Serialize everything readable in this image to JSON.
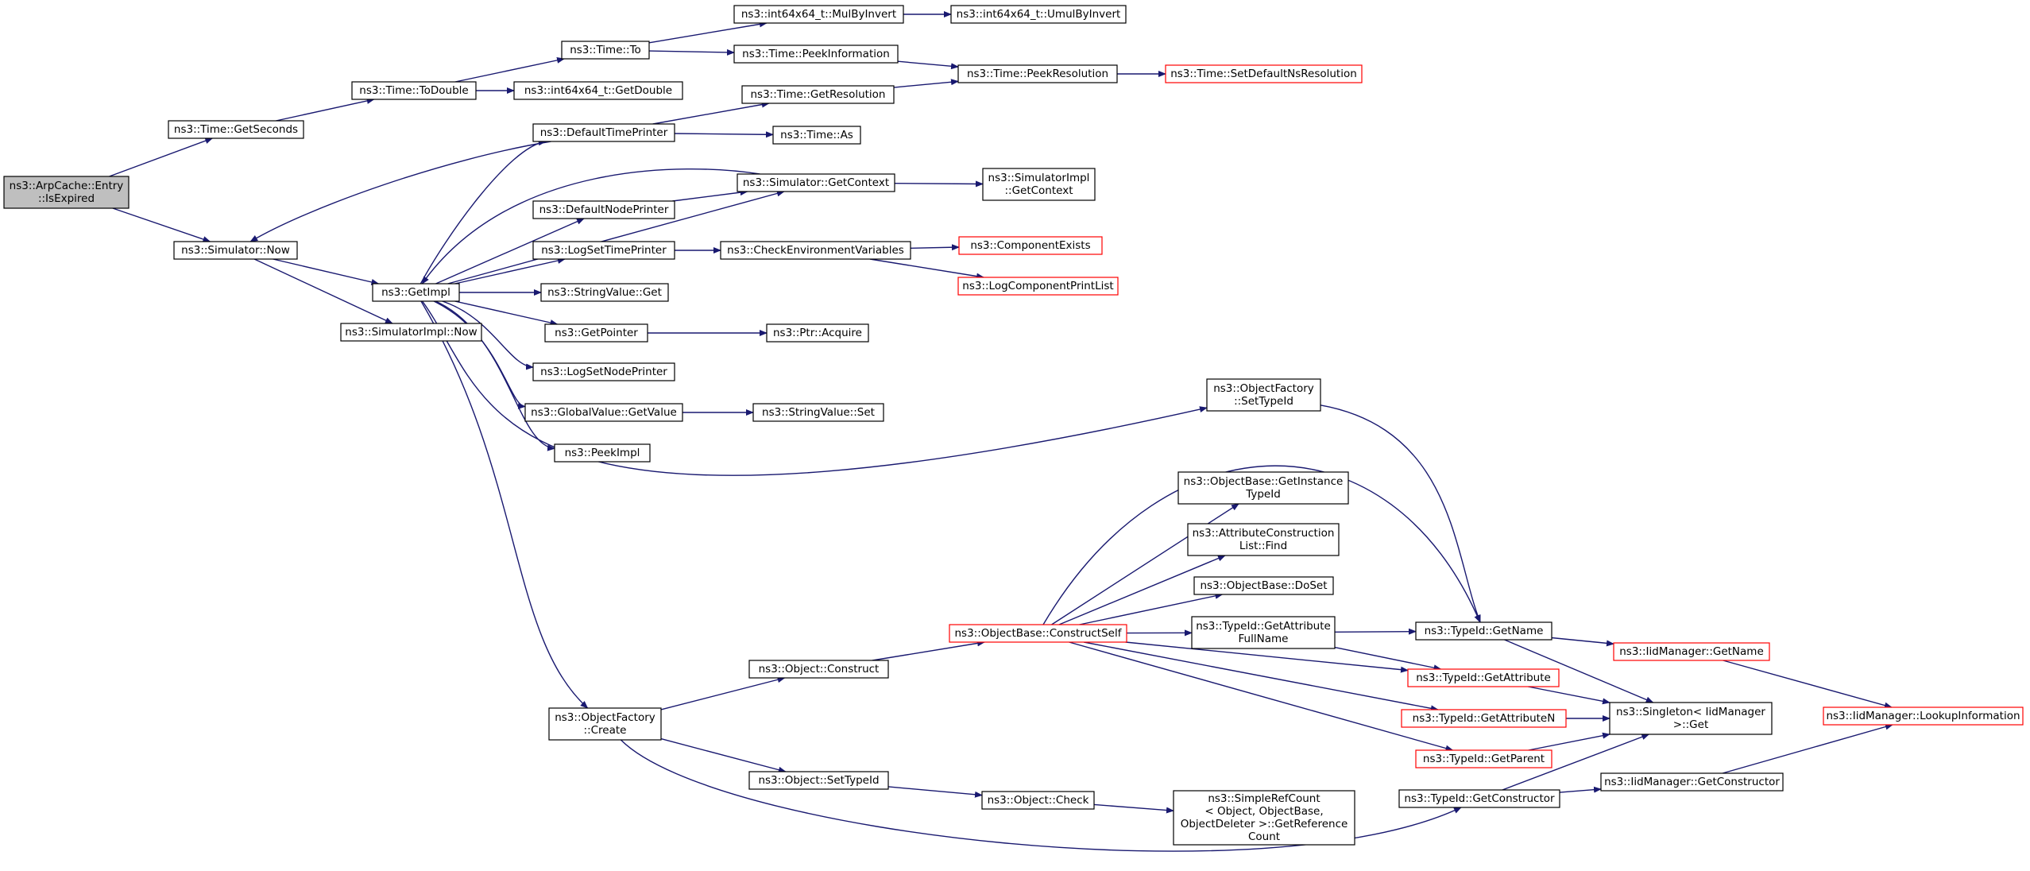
{
  "nodes": [
    {
      "id": "root",
      "lines": [
        "ns3::ArpCache::Entry",
        "::IsExpired"
      ],
      "kind": "root"
    },
    {
      "id": "getseconds",
      "lines": [
        "ns3::Time::GetSeconds"
      ],
      "kind": "normal"
    },
    {
      "id": "simnow",
      "lines": [
        "ns3::Simulator::Now"
      ],
      "kind": "normal"
    },
    {
      "id": "todouble",
      "lines": [
        "ns3::Time::ToDouble"
      ],
      "kind": "normal"
    },
    {
      "id": "timeto",
      "lines": [
        "ns3::Time::To"
      ],
      "kind": "normal"
    },
    {
      "id": "getdouble",
      "lines": [
        "ns3::int64x64_t::GetDouble"
      ],
      "kind": "normal"
    },
    {
      "id": "mulbyinvert",
      "lines": [
        "ns3::int64x64_t::MulByInvert"
      ],
      "kind": "normal"
    },
    {
      "id": "umulbyinvert",
      "lines": [
        "ns3::int64x64_t::UmulByInvert"
      ],
      "kind": "normal"
    },
    {
      "id": "peekinfo",
      "lines": [
        "ns3::Time::PeekInformation"
      ],
      "kind": "normal"
    },
    {
      "id": "peekres",
      "lines": [
        "ns3::Time::PeekResolution"
      ],
      "kind": "normal"
    },
    {
      "id": "setdefns",
      "lines": [
        "ns3::Time::SetDefaultNsResolution"
      ],
      "kind": "red"
    },
    {
      "id": "getres",
      "lines": [
        "ns3::Time::GetResolution"
      ],
      "kind": "normal"
    },
    {
      "id": "deftimeprinter",
      "lines": [
        "ns3::DefaultTimePrinter"
      ],
      "kind": "normal"
    },
    {
      "id": "timeas",
      "lines": [
        "ns3::Time::As"
      ],
      "kind": "normal"
    },
    {
      "id": "simgetctx",
      "lines": [
        "ns3::Simulator::GetContext"
      ],
      "kind": "normal"
    },
    {
      "id": "simimplgetctx",
      "lines": [
        "ns3::SimulatorImpl",
        "::GetContext"
      ],
      "kind": "normal"
    },
    {
      "id": "defnodeprinter",
      "lines": [
        "ns3::DefaultNodePrinter"
      ],
      "kind": "normal"
    },
    {
      "id": "getimpl",
      "lines": [
        "ns3::GetImpl"
      ],
      "kind": "normal"
    },
    {
      "id": "simimplnow",
      "lines": [
        "ns3::SimulatorImpl::Now"
      ],
      "kind": "normal"
    },
    {
      "id": "logsettime",
      "lines": [
        "ns3::LogSetTimePrinter"
      ],
      "kind": "normal"
    },
    {
      "id": "checkenv",
      "lines": [
        "ns3::CheckEnvironmentVariables"
      ],
      "kind": "normal"
    },
    {
      "id": "compexists",
      "lines": [
        "ns3::ComponentExists"
      ],
      "kind": "red"
    },
    {
      "id": "logcompprint",
      "lines": [
        "ns3::LogComponentPrintList"
      ],
      "kind": "red"
    },
    {
      "id": "strvalget",
      "lines": [
        "ns3::StringValue::Get"
      ],
      "kind": "normal"
    },
    {
      "id": "getpointer",
      "lines": [
        "ns3::GetPointer"
      ],
      "kind": "normal"
    },
    {
      "id": "ptracquire",
      "lines": [
        "ns3::Ptr::Acquire"
      ],
      "kind": "normal"
    },
    {
      "id": "logsetnode",
      "lines": [
        "ns3::LogSetNodePrinter"
      ],
      "kind": "normal"
    },
    {
      "id": "globalgetvalue",
      "lines": [
        "ns3::GlobalValue::GetValue"
      ],
      "kind": "normal"
    },
    {
      "id": "strvalset",
      "lines": [
        "ns3::StringValue::Set"
      ],
      "kind": "normal"
    },
    {
      "id": "peekimpl",
      "lines": [
        "ns3::PeekImpl"
      ],
      "kind": "normal"
    },
    {
      "id": "ofsettypeid",
      "lines": [
        "ns3::ObjectFactory",
        "::SetTypeId"
      ],
      "kind": "normal"
    },
    {
      "id": "obgetinstance",
      "lines": [
        "ns3::ObjectBase::GetInstance",
        "TypeId"
      ],
      "kind": "normal"
    },
    {
      "id": "attrconstrfind",
      "lines": [
        "ns3::AttributeConstruction",
        "List::Find"
      ],
      "kind": "normal"
    },
    {
      "id": "obdoset",
      "lines": [
        "ns3::ObjectBase::DoSet"
      ],
      "kind": "normal"
    },
    {
      "id": "obconstructself",
      "lines": [
        "ns3::ObjectBase::ConstructSelf"
      ],
      "kind": "red"
    },
    {
      "id": "tidgetattrfull",
      "lines": [
        "ns3::TypeId::GetAttribute",
        "FullName"
      ],
      "kind": "normal"
    },
    {
      "id": "tidgetname",
      "lines": [
        "ns3::TypeId::GetName"
      ],
      "kind": "normal"
    },
    {
      "id": "iidgetname",
      "lines": [
        "ns3::IidManager::GetName"
      ],
      "kind": "red"
    },
    {
      "id": "iidlookup",
      "lines": [
        "ns3::IidManager::LookupInformation"
      ],
      "kind": "red"
    },
    {
      "id": "tidgetattr",
      "lines": [
        "ns3::TypeId::GetAttribute"
      ],
      "kind": "red"
    },
    {
      "id": "singletonget",
      "lines": [
        "ns3::Singleton< IidManager",
        ">::Get"
      ],
      "kind": "normal"
    },
    {
      "id": "tidgetattrn",
      "lines": [
        "ns3::TypeId::GetAttributeN"
      ],
      "kind": "red"
    },
    {
      "id": "tidgetparent",
      "lines": [
        "ns3::TypeId::GetParent"
      ],
      "kind": "red"
    },
    {
      "id": "objconstruct",
      "lines": [
        "ns3::Object::Construct"
      ],
      "kind": "normal"
    },
    {
      "id": "ofcreate",
      "lines": [
        "ns3::ObjectFactory",
        "::Create"
      ],
      "kind": "normal"
    },
    {
      "id": "objsettypeid",
      "lines": [
        "ns3::Object::SetTypeId"
      ],
      "kind": "normal"
    },
    {
      "id": "objcheck",
      "lines": [
        "ns3::Object::Check"
      ],
      "kind": "normal"
    },
    {
      "id": "simplerefcount",
      "lines": [
        "ns3::SimpleRefCount",
        "< Object, ObjectBase,",
        " ObjectDeleter >::GetReference",
        "Count"
      ],
      "kind": "normal"
    },
    {
      "id": "tidgetconstructor",
      "lines": [
        "ns3::TypeId::GetConstructor"
      ],
      "kind": "normal"
    },
    {
      "id": "iidgetconstructor",
      "lines": [
        "ns3::IidManager::GetConstructor"
      ],
      "kind": "normal"
    }
  ],
  "edges": [
    [
      "root",
      "getseconds"
    ],
    [
      "root",
      "simnow"
    ],
    [
      "getseconds",
      "todouble"
    ],
    [
      "todouble",
      "timeto"
    ],
    [
      "todouble",
      "getdouble"
    ],
    [
      "timeto",
      "mulbyinvert"
    ],
    [
      "timeto",
      "peekinfo"
    ],
    [
      "mulbyinvert",
      "umulbyinvert"
    ],
    [
      "peekinfo",
      "peekres"
    ],
    [
      "peekres",
      "setdefns"
    ],
    [
      "getres",
      "peekres"
    ],
    [
      "deftimeprinter",
      "getres"
    ],
    [
      "deftimeprinter",
      "timeas"
    ],
    [
      "deftimeprinter",
      "simnow"
    ],
    [
      "simnow",
      "getimpl"
    ],
    [
      "simnow",
      "simimplnow"
    ],
    [
      "getimpl",
      "deftimeprinter"
    ],
    [
      "getimpl",
      "simgetctx"
    ],
    [
      "getimpl",
      "defnodeprinter"
    ],
    [
      "getimpl",
      "logsettime"
    ],
    [
      "getimpl",
      "strvalget"
    ],
    [
      "getimpl",
      "getpointer"
    ],
    [
      "getimpl",
      "logsetnode"
    ],
    [
      "getimpl",
      "globalgetvalue"
    ],
    [
      "getimpl",
      "peekimpl"
    ],
    [
      "getimpl",
      "ofsettypeid"
    ],
    [
      "getimpl",
      "ofcreate"
    ],
    [
      "simgetctx",
      "simimplgetctx"
    ],
    [
      "simgetctx",
      "getimpl"
    ],
    [
      "defnodeprinter",
      "simgetctx"
    ],
    [
      "logsettime",
      "checkenv"
    ],
    [
      "checkenv",
      "compexists"
    ],
    [
      "checkenv",
      "logcompprint"
    ],
    [
      "getpointer",
      "ptracquire"
    ],
    [
      "globalgetvalue",
      "strvalset"
    ],
    [
      "ofsettypeid",
      "tidgetname"
    ],
    [
      "ofcreate",
      "objconstruct"
    ],
    [
      "ofcreate",
      "objsettypeid"
    ],
    [
      "ofcreate",
      "tidgetconstructor"
    ],
    [
      "objconstruct",
      "obconstructself"
    ],
    [
      "obconstructself",
      "obgetinstance"
    ],
    [
      "obconstructself",
      "attrconstrfind"
    ],
    [
      "obconstructself",
      "obdoset"
    ],
    [
      "obconstructself",
      "tidgetattrfull"
    ],
    [
      "obconstructself",
      "tidgetname"
    ],
    [
      "obconstructself",
      "tidgetattr"
    ],
    [
      "obconstructself",
      "tidgetattrn"
    ],
    [
      "obconstructself",
      "tidgetparent"
    ],
    [
      "tidgetattrfull",
      "tidgetname"
    ],
    [
      "tidgetattrfull",
      "tidgetattr"
    ],
    [
      "tidgetname",
      "iidgetname"
    ],
    [
      "tidgetname",
      "singletonget"
    ],
    [
      "iidgetname",
      "iidlookup"
    ],
    [
      "tidgetattr",
      "singletonget"
    ],
    [
      "tidgetattrn",
      "singletonget"
    ],
    [
      "tidgetparent",
      "singletonget"
    ],
    [
      "objsettypeid",
      "objcheck"
    ],
    [
      "objcheck",
      "simplerefcount"
    ],
    [
      "tidgetconstructor",
      "singletonget"
    ],
    [
      "tidgetconstructor",
      "iidgetconstructor"
    ],
    [
      "iidgetconstructor",
      "iidlookup"
    ]
  ],
  "colors": {
    "edge": "#191970",
    "border": "#000000",
    "highlight_border": "#ff0000",
    "root_fill": "#bfbfbf"
  }
}
